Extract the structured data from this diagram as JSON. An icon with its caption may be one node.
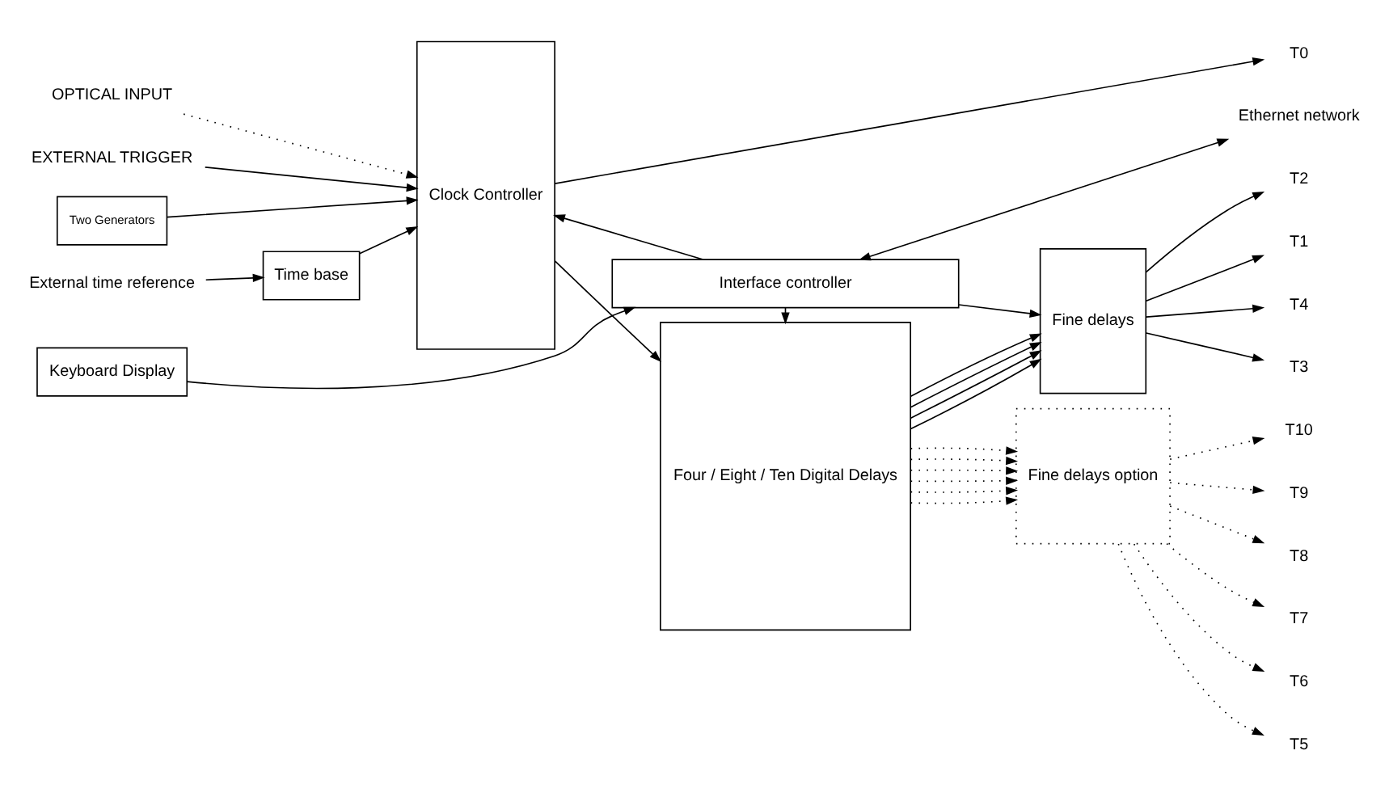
{
  "diagram": {
    "nodes": [
      {
        "text": [
          "External time reference"
        ]
      },
      {
        "text": [
          "Time base"
        ]
      },
      {
        "text": [
          "Clock Controller"
        ]
      },
      {
        "text": [
          "OPTICAL INPUT"
        ]
      },
      {
        "text": [
          "EXTERNAL TRIGGER"
        ]
      },
      {
        "text": [
          "Two Generators"
        ]
      },
      {
        "text": [
          "Four / Eight / Ten Digital Delays"
        ]
      },
      {
        "text": [
          "Fine delays option"
        ]
      },
      {
        "text": [
          "Fine delays"
        ]
      },
      {
        "text": [
          "Keyboard Display"
        ]
      },
      {
        "text": [
          "Interface controller"
        ]
      },
      {
        "text": [
          "T0"
        ]
      },
      {
        "text": [
          "T10"
        ]
      },
      {
        "text": [
          "T9"
        ]
      },
      {
        "text": [
          "T8"
        ]
      },
      {
        "text": [
          "T7"
        ]
      },
      {
        "text": [
          "T6"
        ]
      },
      {
        "text": [
          "T5"
        ]
      },
      {
        "text": [
          "T4"
        ]
      },
      {
        "text": [
          "T3"
        ]
      },
      {
        "text": [
          "T2"
        ]
      },
      {
        "text": [
          "T1"
        ]
      },
      {
        "text": [
          "Ethernet network"
        ]
      }
    ],
    "edges": [
      {
        "from": 0,
        "to": 1,
        "arrow": "to"
      },
      {
        "from": 1,
        "to": 2,
        "arrow": "to"
      },
      {
        "from": 2,
        "to": 11,
        "arrow": "to"
      },
      {
        "from": 3,
        "to": 2,
        "arrow": "to",
        "style": "dashed"
      },
      {
        "from": 4,
        "to": 2,
        "arrow": "to"
      },
      {
        "from": 5,
        "to": 2,
        "arrow": "to"
      },
      {
        "from": 2,
        "to": 6,
        "arrow": "to"
      },
      {
        "from": 6,
        "to": 7,
        "arrow": "to",
        "style": "dashed"
      },
      {
        "from": 6,
        "to": 7,
        "arrow": "to",
        "style": "dashed"
      },
      {
        "from": 6,
        "to": 7,
        "arrow": "to",
        "style": "dashed"
      },
      {
        "from": 6,
        "to": 7,
        "arrow": "to",
        "style": "dashed"
      },
      {
        "from": 6,
        "to": 7,
        "arrow": "to",
        "style": "dashed"
      },
      {
        "from": 6,
        "to": 7,
        "arrow": "to",
        "style": "dashed"
      },
      {
        "from": 7,
        "to": 12,
        "arrow": "to",
        "style": "dashed"
      },
      {
        "from": 7,
        "to": 13,
        "arrow": "to",
        "style": "dashed"
      },
      {
        "from": 7,
        "to": 14,
        "arrow": "to",
        "style": "dashed"
      },
      {
        "from": 7,
        "to": 15,
        "arrow": "to",
        "style": "dashed"
      },
      {
        "from": 7,
        "to": 16,
        "arrow": "to",
        "style": "dashed"
      },
      {
        "from": 7,
        "to": 17,
        "arrow": "to",
        "style": "dashed"
      },
      {
        "from": 6,
        "to": 8,
        "arrow": "to"
      },
      {
        "from": 6,
        "to": 8,
        "arrow": "to"
      },
      {
        "from": 6,
        "to": 8,
        "arrow": "to"
      },
      {
        "from": 6,
        "to": 8,
        "arrow": "to"
      },
      {
        "from": 8,
        "to": 18,
        "arrow": "to"
      },
      {
        "from": 8,
        "to": 19,
        "arrow": "to"
      },
      {
        "from": 8,
        "to": 20,
        "arrow": "to"
      },
      {
        "from": 8,
        "to": 21,
        "arrow": "to"
      },
      {
        "from": 9,
        "to": 10,
        "arrow": "to"
      },
      {
        "from": 10,
        "to": 2,
        "arrow": "to"
      },
      {
        "from": 10,
        "to": 6,
        "arrow": "to"
      },
      {
        "from": 10,
        "to": 8,
        "arrow": "to"
      },
      {
        "from": 10,
        "to": 22,
        "arrow": "both"
      }
    ]
  }
}
